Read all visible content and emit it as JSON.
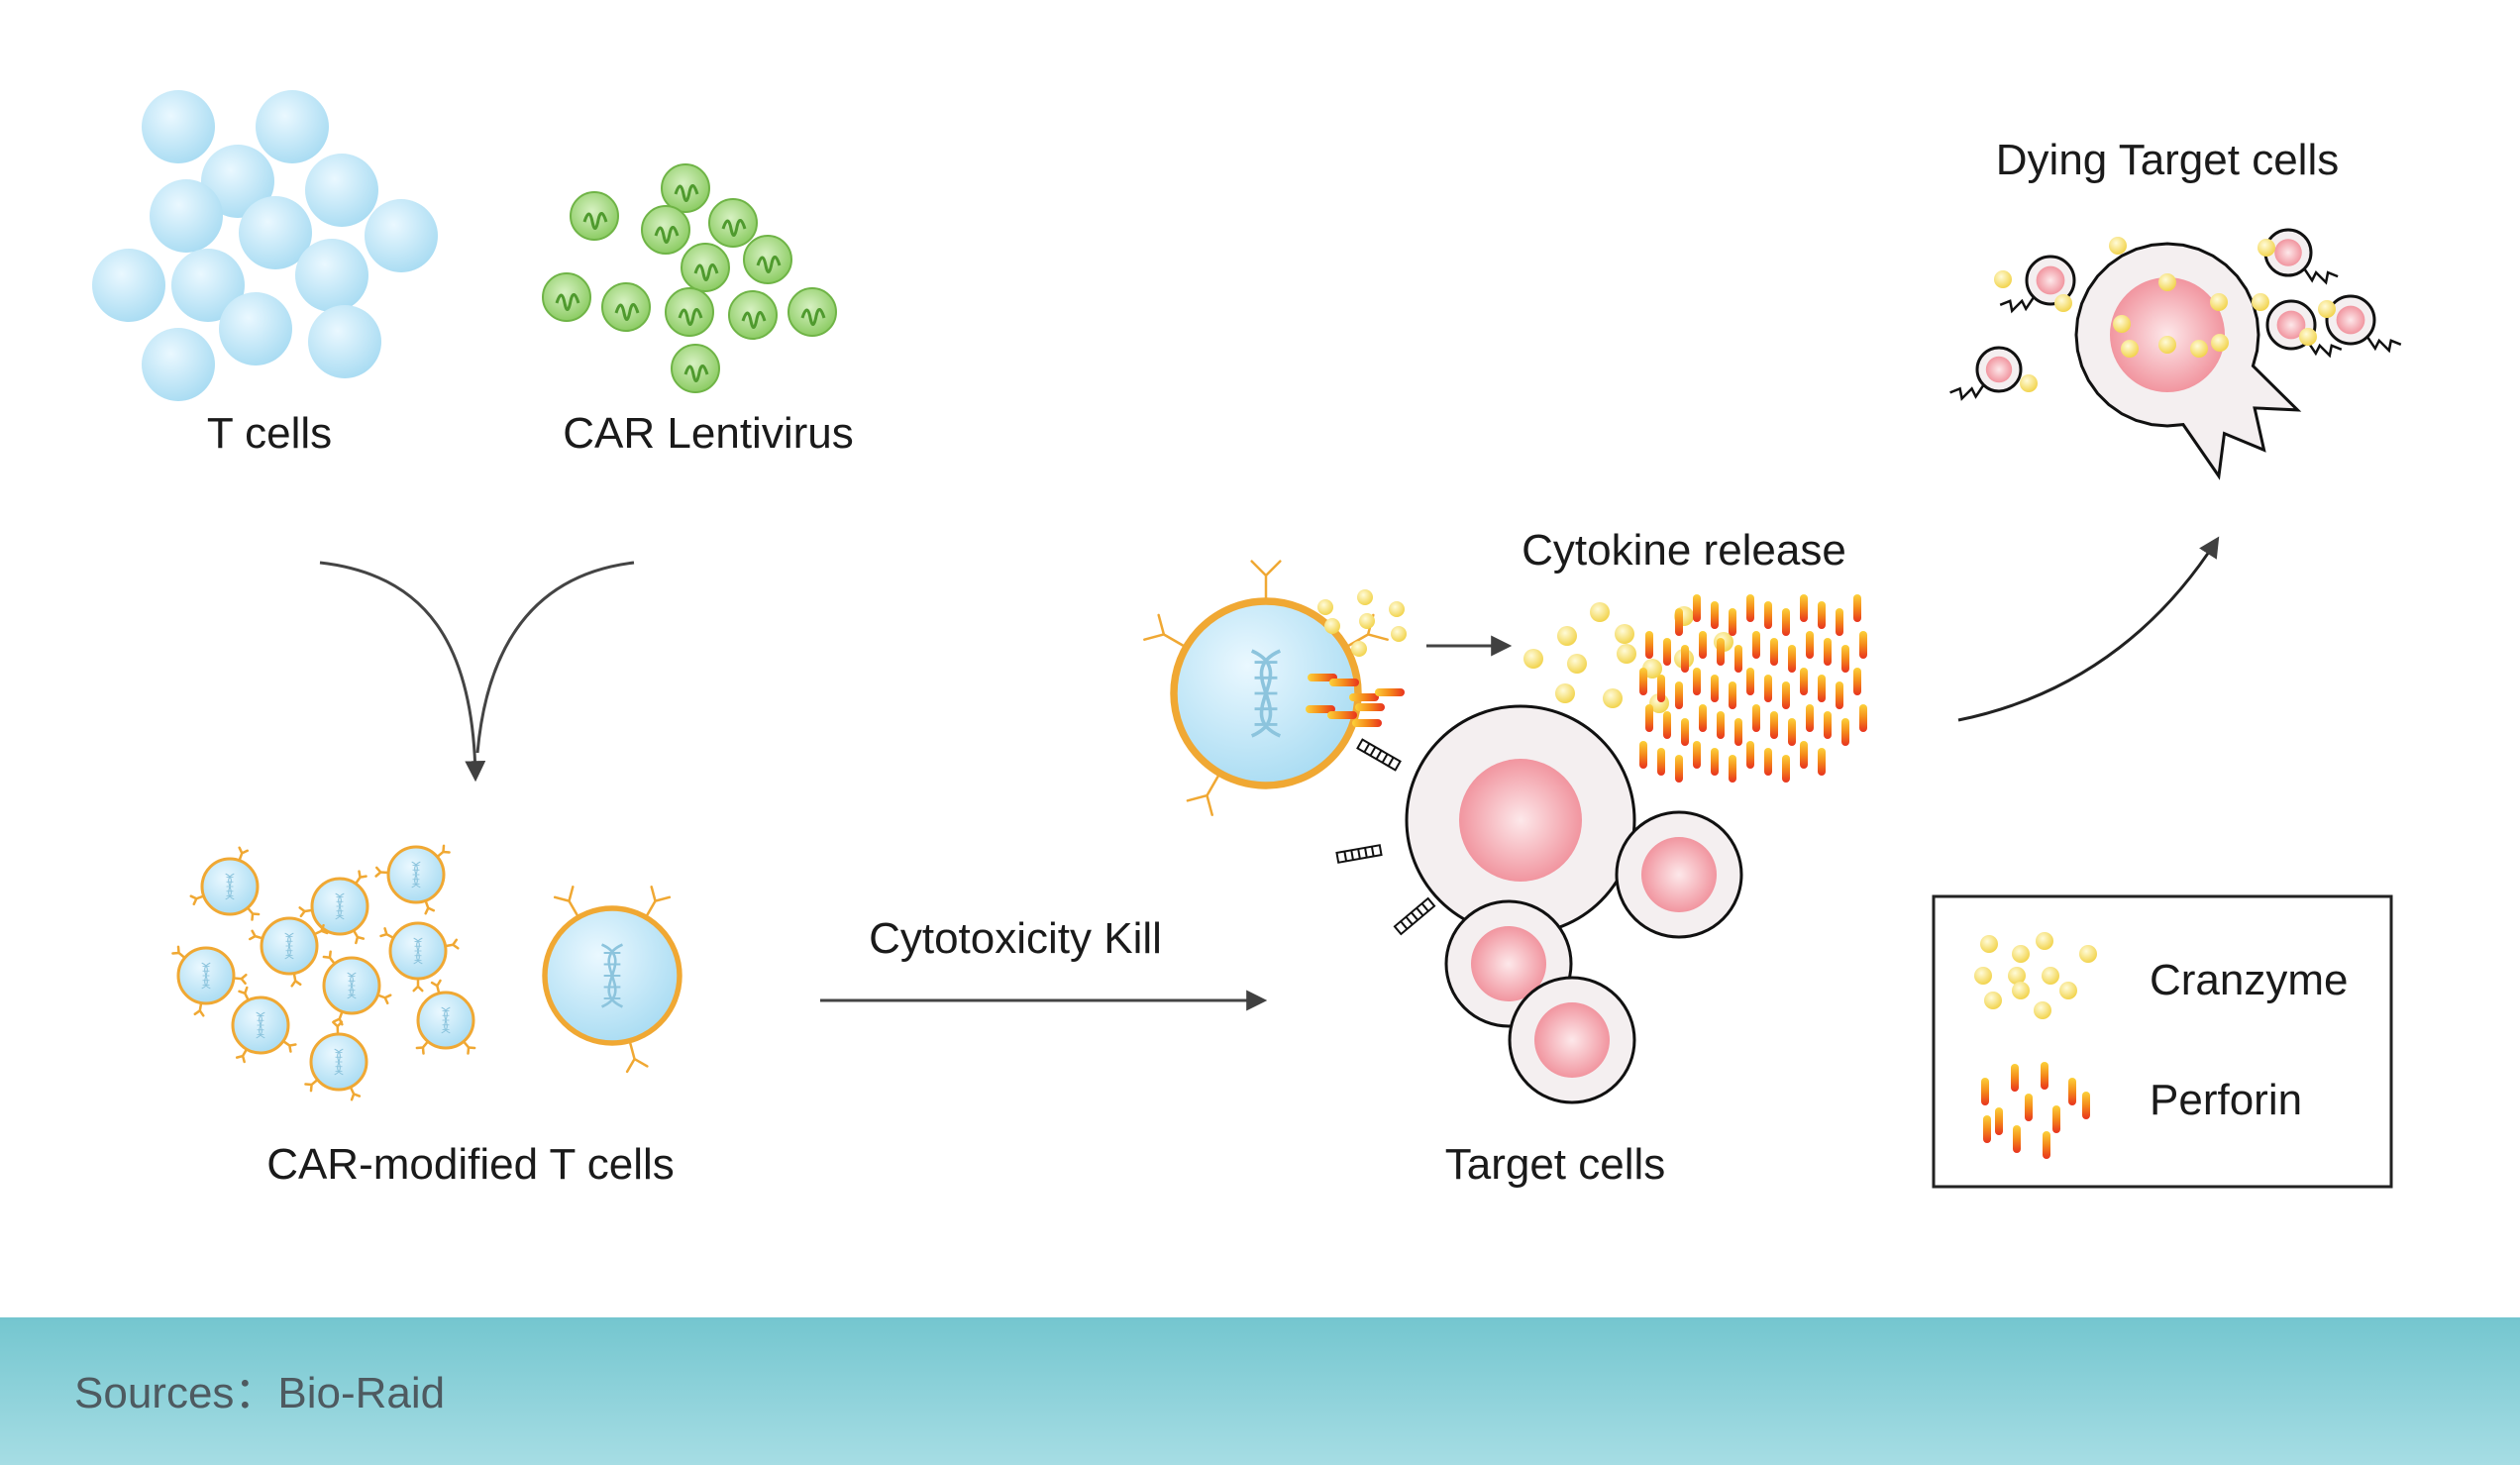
{
  "labels": {
    "t_cells": "T cells",
    "car_lentivirus": "CAR Lentivirus",
    "car_modified_t_cells": "CAR-modified T cells",
    "cytotoxicity_kill": "Cytotoxicity Kill",
    "cytokine_release": "Cytokine release",
    "target_cells": "Target cells",
    "dying_target_cells": "Dying Target cells"
  },
  "legend": {
    "items": [
      {
        "label": "Cranzyme",
        "icon": "granzyme-dots-icon"
      },
      {
        "label": "Perforin",
        "icon": "perforin-bars-icon"
      }
    ]
  },
  "footer": {
    "source_text": "Sources：Bio-Raid"
  },
  "colors": {
    "t_cell": "#bfe6f7",
    "virus": "#8fce6a",
    "car_membrane": "#f0a833",
    "granzyme": "#f7e27a",
    "perforin": "#f08a1a",
    "target_nucleus": "#f4a6ad",
    "footer": "#74c6cf"
  }
}
